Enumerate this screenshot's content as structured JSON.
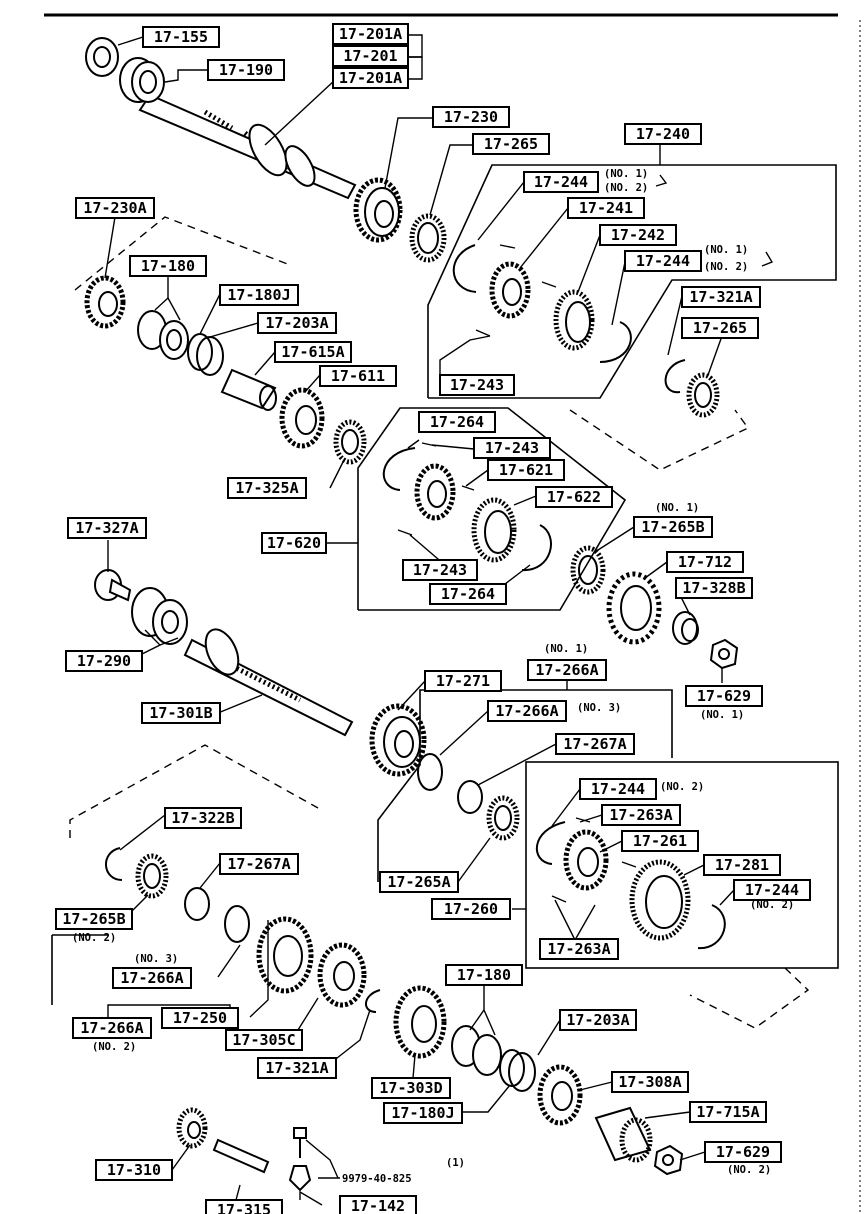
{
  "labels": [
    {
      "id": "17-155",
      "text": "17-155"
    },
    {
      "id": "17-201A-top",
      "text": "17-201A"
    },
    {
      "id": "17-201",
      "text": "17-201"
    },
    {
      "id": "17-201A-bot",
      "text": "17-201A"
    },
    {
      "id": "17-190",
      "text": "17-190"
    },
    {
      "id": "17-230",
      "text": "17-230"
    },
    {
      "id": "17-265-top",
      "text": "17-265"
    },
    {
      "id": "17-240",
      "text": "17-240"
    },
    {
      "id": "17-244-a",
      "text": "17-244"
    },
    {
      "id": "17-241",
      "text": "17-241"
    },
    {
      "id": "17-242",
      "text": "17-242"
    },
    {
      "id": "17-244-b",
      "text": "17-244"
    },
    {
      "id": "17-230A",
      "text": "17-230A"
    },
    {
      "id": "17-180-top",
      "text": "17-180"
    },
    {
      "id": "17-180J-top",
      "text": "17-180J"
    },
    {
      "id": "17-203A-top",
      "text": "17-203A"
    },
    {
      "id": "17-615A",
      "text": "17-615A"
    },
    {
      "id": "17-611",
      "text": "17-611"
    },
    {
      "id": "17-243-a",
      "text": "17-243"
    },
    {
      "id": "17-321A-top",
      "text": "17-321A"
    },
    {
      "id": "17-265-right",
      "text": "17-265"
    },
    {
      "id": "17-264-a",
      "text": "17-264"
    },
    {
      "id": "17-243-b",
      "text": "17-243"
    },
    {
      "id": "17-621",
      "text": "17-621"
    },
    {
      "id": "17-622",
      "text": "17-622"
    },
    {
      "id": "17-325A",
      "text": "17-325A"
    },
    {
      "id": "17-620",
      "text": "17-620"
    },
    {
      "id": "17-243-c",
      "text": "17-243"
    },
    {
      "id": "17-264-b",
      "text": "17-264"
    },
    {
      "id": "17-265B-top",
      "text": "17-265B"
    },
    {
      "id": "17-712",
      "text": "17-712"
    },
    {
      "id": "17-328B",
      "text": "17-328B"
    },
    {
      "id": "17-327A",
      "text": "17-327A"
    },
    {
      "id": "17-290",
      "text": "17-290"
    },
    {
      "id": "17-629-top",
      "text": "17-629"
    },
    {
      "id": "17-266A-top",
      "text": "17-266A"
    },
    {
      "id": "17-271",
      "text": "17-271"
    },
    {
      "id": "17-266A-mid",
      "text": "17-266A"
    },
    {
      "id": "17-301B",
      "text": "17-301B"
    },
    {
      "id": "17-267A-right",
      "text": "17-267A"
    },
    {
      "id": "17-244-c",
      "text": "17-244"
    },
    {
      "id": "17-263A-a",
      "text": "17-263A"
    },
    {
      "id": "17-261",
      "text": "17-261"
    },
    {
      "id": "17-281",
      "text": "17-281"
    },
    {
      "id": "17-244-d",
      "text": "17-244"
    },
    {
      "id": "17-322B",
      "text": "17-322B"
    },
    {
      "id": "17-267A-left",
      "text": "17-267A"
    },
    {
      "id": "17-265A",
      "text": "17-265A"
    },
    {
      "id": "17-260",
      "text": "17-260"
    },
    {
      "id": "17-263A-b",
      "text": "17-263A"
    },
    {
      "id": "17-265B-left",
      "text": "17-265B"
    },
    {
      "id": "17-266A-left",
      "text": "17-266A"
    },
    {
      "id": "17-250",
      "text": "17-250"
    },
    {
      "id": "17-305C",
      "text": "17-305C"
    },
    {
      "id": "17-180-bot",
      "text": "17-180"
    },
    {
      "id": "17-203A-bot",
      "text": "17-203A"
    },
    {
      "id": "17-266A-bot",
      "text": "17-266A"
    },
    {
      "id": "17-321A-bot",
      "text": "17-321A"
    },
    {
      "id": "17-303D",
      "text": "17-303D"
    },
    {
      "id": "17-308A",
      "text": "17-308A"
    },
    {
      "id": "17-180J-bot",
      "text": "17-180J"
    },
    {
      "id": "17-715A",
      "text": "17-715A"
    },
    {
      "id": "17-310",
      "text": "17-310"
    },
    {
      "id": "17-629-bot",
      "text": "17-629"
    },
    {
      "id": "17-315",
      "text": "17-315"
    },
    {
      "id": "17-142",
      "text": "17-142"
    }
  ],
  "notes": [
    {
      "id": "n-240-no1",
      "text": "(NO. 1)"
    },
    {
      "id": "n-240-no2",
      "text": "(NO. 2)"
    },
    {
      "id": "n-242-no1",
      "text": "(NO. 1)"
    },
    {
      "id": "n-242-no2",
      "text": "(NO. 2)"
    },
    {
      "id": "n-265B-no1",
      "text": "(NO. 1)"
    },
    {
      "id": "n-629-no1",
      "text": "(NO. 1)"
    },
    {
      "id": "n-266A-no1",
      "text": "(NO. 1)"
    },
    {
      "id": "n-266A-no3",
      "text": "(NO. 3)"
    },
    {
      "id": "n-244c-no2",
      "text": "(NO. 2)"
    },
    {
      "id": "n-244d-no2",
      "text": "(NO. 2)"
    },
    {
      "id": "n-265B-no2",
      "text": "(NO. 2)"
    },
    {
      "id": "n-266A-left-no3",
      "text": "(NO. 3)"
    },
    {
      "id": "n-266A-bot-no2",
      "text": "(NO. 2)"
    },
    {
      "id": "n-629-bot-no2",
      "text": "(NO. 2)"
    },
    {
      "id": "n-bolt-qty",
      "text": "(1)"
    },
    {
      "id": "n-bolt-part",
      "text": "9979-40-825"
    }
  ]
}
